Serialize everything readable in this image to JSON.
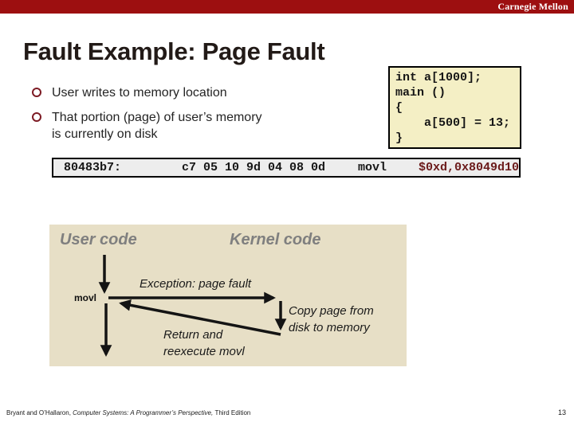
{
  "header": {
    "brand": "Carnegie Mellon",
    "bar_color": "#9d0f10"
  },
  "slide": {
    "title": "Fault Example: Page Fault",
    "bullets": [
      {
        "lines": [
          "User writes to memory location"
        ]
      },
      {
        "lines": [
          "That portion (page) of user’s memory",
          "is currently on disk"
        ]
      }
    ]
  },
  "code_box": {
    "background": "#f4efc5",
    "lines": [
      "int a[1000];",
      "main ()",
      "{",
      "    a[500] = 13;",
      "}"
    ]
  },
  "asm_line": {
    "address": "80483b7:",
    "bytes": "c7 05 10 9d 04 08 0d",
    "mnemonic": "movl",
    "operands": "$0xd,0x8049d10",
    "operands_color": "#6b1a1a"
  },
  "diagram": {
    "panel_color": "#e7dfc6",
    "user_zone_label": "User code",
    "kernel_zone_label": "Kernel code",
    "movl_label": "movl",
    "exception_label": "Exception: page fault",
    "copy_label_lines": [
      "Copy page from",
      "disk to memory"
    ],
    "return_label_lines": [
      "Return and",
      "reexecute movl"
    ]
  },
  "footer": {
    "authors": "Bryant and O’Hallaron, ",
    "book": "Computer Systems: A Programmer’s Perspective, ",
    "edition": "Third Edition",
    "page": "13"
  }
}
